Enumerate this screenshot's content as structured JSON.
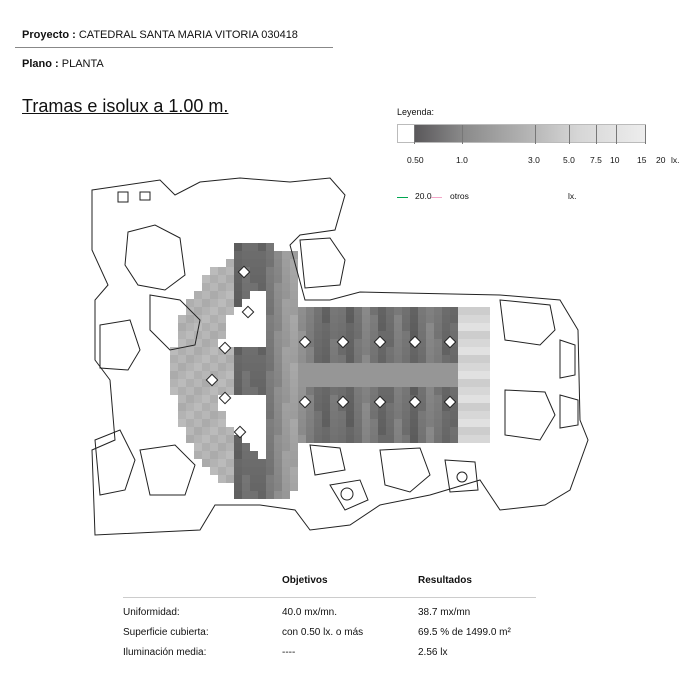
{
  "header": {
    "project_label": "Proyecto :",
    "project_value": "CATEDRAL SANTA MARIA VITORIA 030418",
    "plan_label": "Plano :",
    "plan_value": "PLANTA"
  },
  "title": "Tramas e isolux a 1.00 m.",
  "legend": {
    "label": "Leyenda:",
    "ticks": [
      "0.50",
      "1.0",
      "3.0",
      "5.0",
      "7.5",
      "10",
      "15",
      "20"
    ],
    "unit": "lx.",
    "isolines": [
      {
        "value": "20.0",
        "color": "#00a651"
      },
      {
        "value": "otros",
        "color": "#f4a6c8"
      }
    ],
    "isoline_unit": "lx."
  },
  "table": {
    "headers": [
      "Objetivos",
      "Resultados"
    ],
    "rows": [
      {
        "label": "Uniformidad:",
        "objective": "40.0 mx/mn.",
        "result": "38.7 mx/mn"
      },
      {
        "label": "Superficie cubierta:",
        "objective": "con 0.50 lx. o más",
        "result": "69.5 % de 1499.0 m²"
      },
      {
        "label": "Iluminación media:",
        "objective": "----",
        "result": "2.56 lx"
      }
    ]
  }
}
